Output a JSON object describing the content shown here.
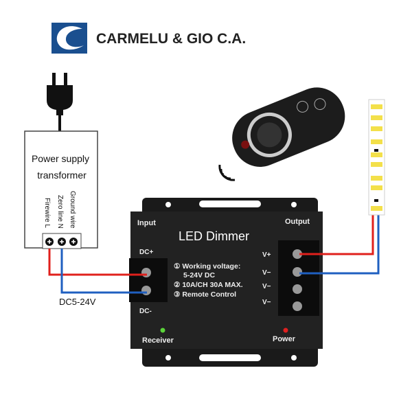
{
  "brand": {
    "name": "CARMELU & GIO C.A.",
    "color": "#1a4f8f"
  },
  "transformer": {
    "title_line1": "Power supply",
    "title_line2": "transformer",
    "terminals": [
      "Firewire L",
      "Zero line N",
      "Ground wire"
    ]
  },
  "input_voltage_label": "DC5-24V",
  "dimmer": {
    "title": "LED Dimmer",
    "input_label": "Input",
    "output_label": "Output",
    "dc_plus": "DC+",
    "dc_minus": "DC-",
    "outputs": [
      "V+",
      "V−",
      "V−",
      "V−"
    ],
    "specs": [
      "① Working voltage:",
      "5-24V DC",
      "② 10A/CH 30A MAX.",
      "③ Remote Control"
    ],
    "receiver_label": "Receiver",
    "power_label": "Power"
  },
  "colors": {
    "positive_wire": "#e0201c",
    "negative_wire": "#1f5fc0",
    "led_segment": "#f3e04a"
  }
}
